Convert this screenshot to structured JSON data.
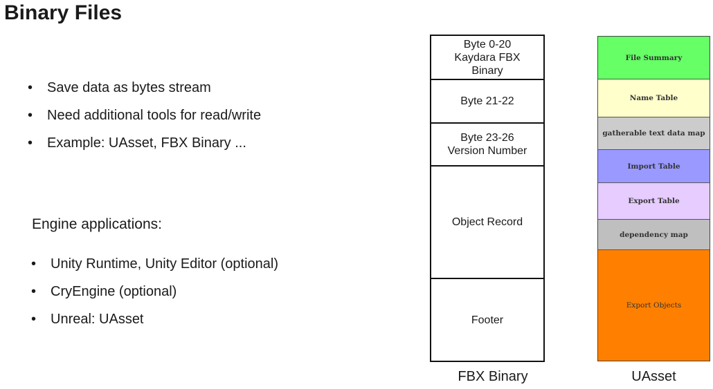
{
  "slide": {
    "title": "Binary Files",
    "bullets_primary": [
      "Save data as bytes stream",
      "Need additional tools for read/write",
      "Example: UAsset, FBX Binary ..."
    ],
    "engine_heading": "Engine applications:",
    "bullets_engine": [
      "Unity Runtime, Unity Editor (optional)",
      "CryEngine (optional)",
      "Unreal: UAsset"
    ]
  },
  "fbx": {
    "caption": "FBX Binary",
    "cells": [
      "Byte 0-20\nKaydara FBX\nBinary",
      "Byte 21-22",
      "Byte 23-26\nVersion Number",
      "Object Record",
      "Footer"
    ]
  },
  "uasset": {
    "caption": "UAsset",
    "colors": [
      "#66ff66",
      "#ffffcc",
      "#cccccc",
      "#9999ff",
      "#e6ccff",
      "#bfbfbf",
      "#ff8000"
    ],
    "cells": [
      "File Summary",
      "Name Table",
      "gatherable text data map",
      "Import Table",
      "Export Table",
      "dependency map",
      "Export Objects"
    ]
  }
}
